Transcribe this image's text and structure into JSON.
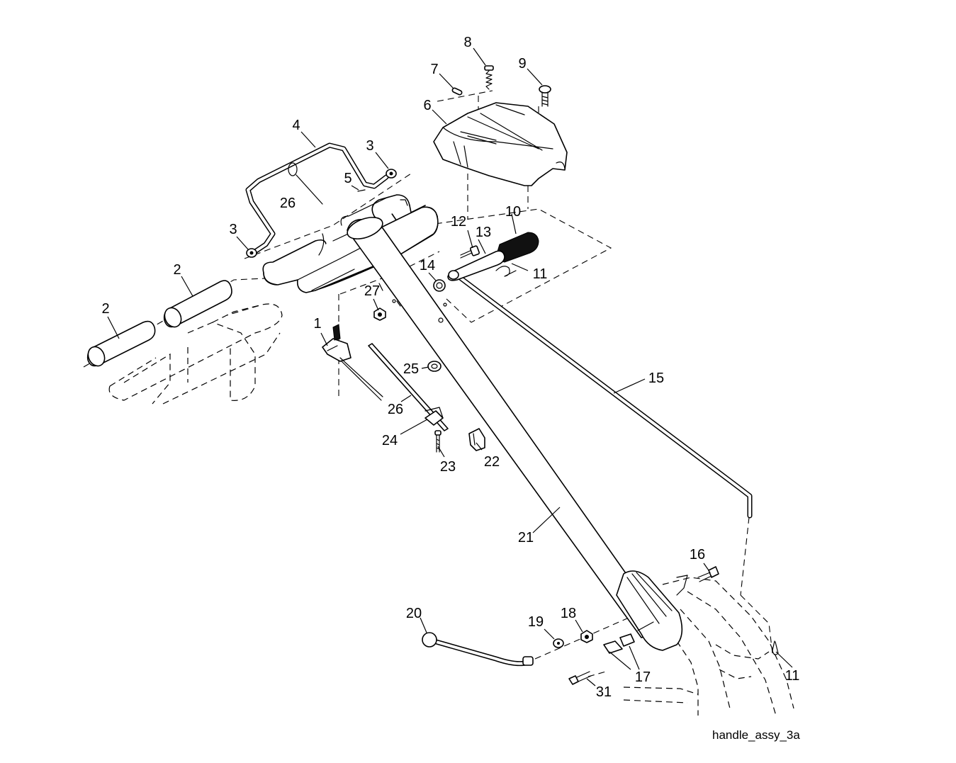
{
  "diagram_title": "handle_assy_3a",
  "callouts": [
    {
      "id": "c1",
      "text": "1"
    },
    {
      "id": "c2a",
      "text": "2"
    },
    {
      "id": "c2b",
      "text": "2"
    },
    {
      "id": "c3a",
      "text": "3"
    },
    {
      "id": "c3b",
      "text": "3"
    },
    {
      "id": "c4",
      "text": "4"
    },
    {
      "id": "c5",
      "text": "5"
    },
    {
      "id": "c6",
      "text": "6"
    },
    {
      "id": "c7",
      "text": "7"
    },
    {
      "id": "c8",
      "text": "8"
    },
    {
      "id": "c9",
      "text": "9"
    },
    {
      "id": "c10",
      "text": "10"
    },
    {
      "id": "c11a",
      "text": "11"
    },
    {
      "id": "c11b",
      "text": "11"
    },
    {
      "id": "c12",
      "text": "12"
    },
    {
      "id": "c13",
      "text": "13"
    },
    {
      "id": "c14",
      "text": "14"
    },
    {
      "id": "c15",
      "text": "15"
    },
    {
      "id": "c16",
      "text": "16"
    },
    {
      "id": "c17",
      "text": "17"
    },
    {
      "id": "c18",
      "text": "18"
    },
    {
      "id": "c19",
      "text": "19"
    },
    {
      "id": "c20",
      "text": "20"
    },
    {
      "id": "c21",
      "text": "21"
    },
    {
      "id": "c22",
      "text": "22"
    },
    {
      "id": "c23",
      "text": "23"
    },
    {
      "id": "c24",
      "text": "24"
    },
    {
      "id": "c25",
      "text": "25"
    },
    {
      "id": "c26a",
      "text": "26"
    },
    {
      "id": "c26b",
      "text": "26"
    },
    {
      "id": "c27",
      "text": "27"
    },
    {
      "id": "c31",
      "text": "31"
    }
  ]
}
